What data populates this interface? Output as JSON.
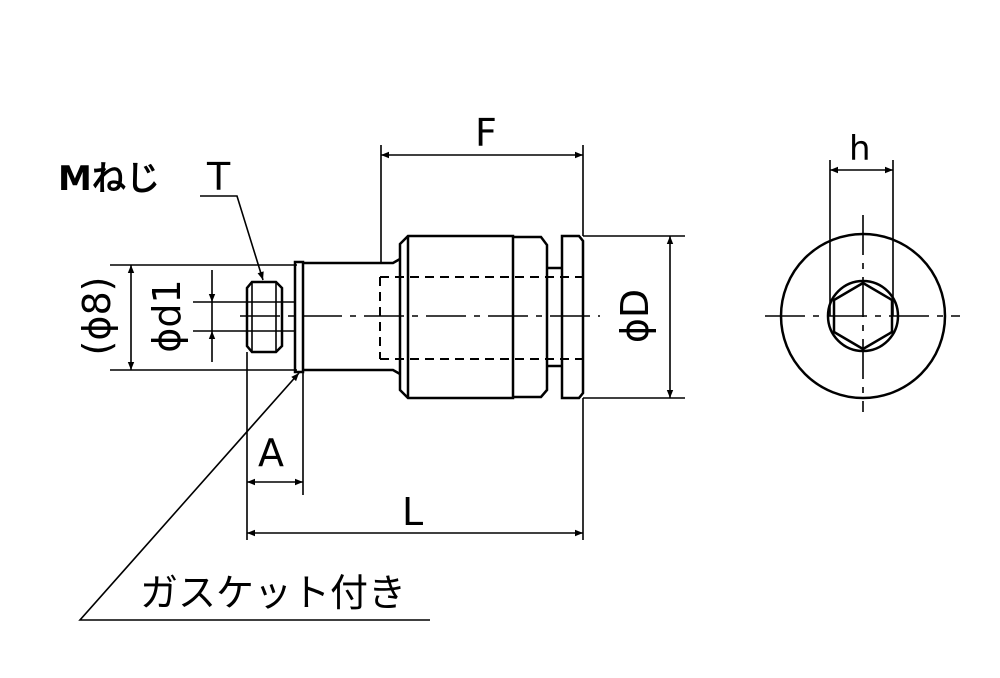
{
  "labels": {
    "thread": "Mねじ",
    "thread_t": "T",
    "F": "F",
    "phiD": "ϕD",
    "phi8": "(ϕ8)",
    "phid1": "ϕd1",
    "A": "A",
    "L": "L",
    "h": "h",
    "gasket": "ガスケット付き"
  }
}
